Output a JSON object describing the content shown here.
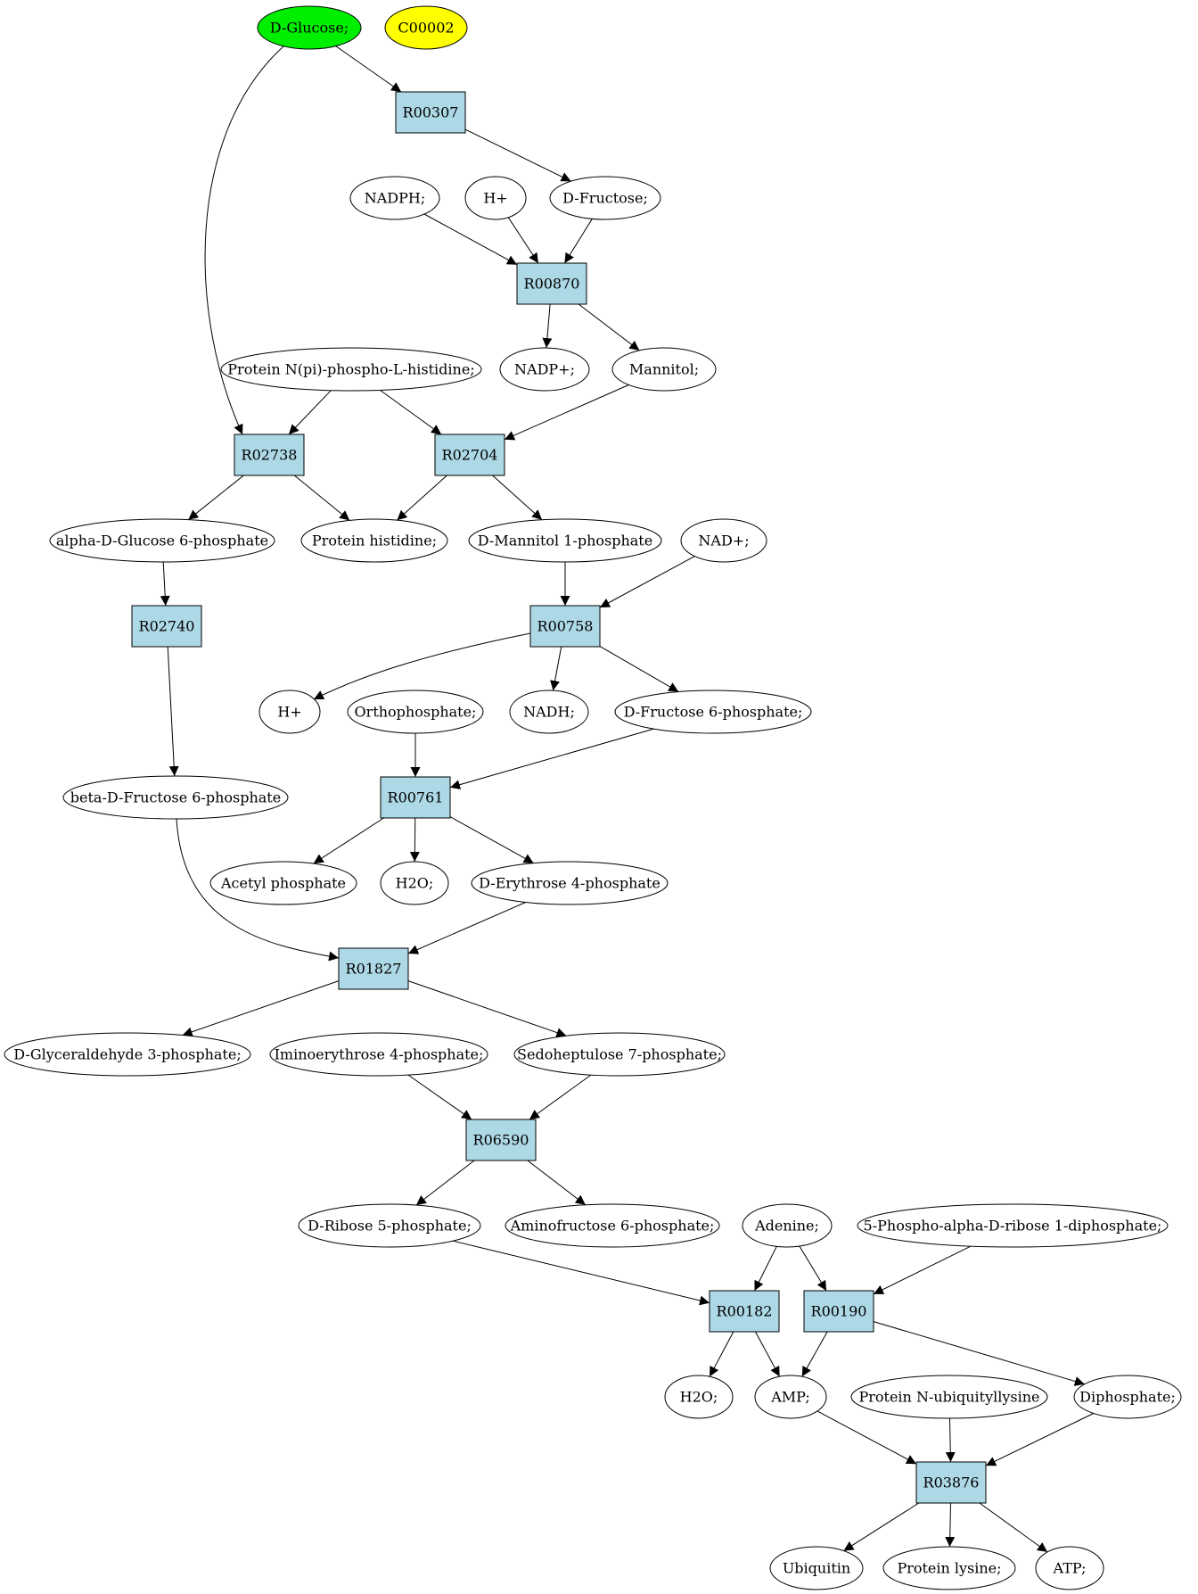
{
  "colors": {
    "start": "#00ee00",
    "cofactor": "#ffff00",
    "reaction": "#add8e6",
    "compound": "#ffffff",
    "stroke": "#000000"
  },
  "compounds": {
    "glucose": "D-Glucose;",
    "c00002": "C00002",
    "nadph": "NADPH;",
    "hplus1": "H+",
    "fructose": "D-Fructose;",
    "nadp": "NADP+;",
    "mannitol": "Mannitol;",
    "protein_phospho_his": "Protein N(pi)-phospho-L-histidine;",
    "alpha_g6p": "alpha-D-Glucose 6-phosphate",
    "protein_his": "Protein histidine;",
    "mannitol1p": "D-Mannitol 1-phosphate",
    "nad": "NAD+;",
    "hplus2": "H+",
    "orthophosphate": "Orthophosphate;",
    "nadh": "NADH;",
    "f6p": "D-Fructose 6-phosphate;",
    "beta_f6p": "beta-D-Fructose 6-phosphate",
    "acetyl_phosphate": "Acetyl phosphate",
    "h2o1": "H2O;",
    "erythrose4p": "D-Erythrose 4-phosphate",
    "g3p": "D-Glyceraldehyde 3-phosphate;",
    "iminoerythrose4p": "Iminoerythrose 4-phosphate;",
    "s7p": "Sedoheptulose 7-phosphate;",
    "ribose5p": "D-Ribose 5-phosphate;",
    "aminofructose6p": "Aminofructose 6-phosphate;",
    "adenine": "Adenine;",
    "prpp": "5-Phospho-alpha-D-ribose 1-diphosphate;",
    "h2o2": "H2O;",
    "amp": "AMP;",
    "protein_ubiq_lys": "Protein N-ubiquityllysine",
    "diphosphate": "Diphosphate;",
    "ubiquitin": "Ubiquitin",
    "protein_lysine": "Protein lysine;",
    "atp": "ATP;"
  },
  "reactions": {
    "R00307": "R00307",
    "R00870": "R00870",
    "R02738": "R02738",
    "R02704": "R02704",
    "R02740": "R02740",
    "R00758": "R00758",
    "R00761": "R00761",
    "R01827": "R01827",
    "R06590": "R06590",
    "R00182": "R00182",
    "R00190": "R00190",
    "R03876": "R03876"
  },
  "edges": [
    {
      "from": "glucose",
      "to": "R00307"
    },
    {
      "from": "glucose",
      "to": "R02738"
    },
    {
      "from": "R00307",
      "to": "fructose"
    },
    {
      "from": "nadph",
      "to": "R00870"
    },
    {
      "from": "hplus1",
      "to": "R00870"
    },
    {
      "from": "fructose",
      "to": "R00870"
    },
    {
      "from": "R00870",
      "to": "nadp"
    },
    {
      "from": "R00870",
      "to": "mannitol"
    },
    {
      "from": "protein_phospho_his",
      "to": "R02738"
    },
    {
      "from": "protein_phospho_his",
      "to": "R02704"
    },
    {
      "from": "mannitol",
      "to": "R02704"
    },
    {
      "from": "R02738",
      "to": "alpha_g6p"
    },
    {
      "from": "R02738",
      "to": "protein_his"
    },
    {
      "from": "R02704",
      "to": "protein_his"
    },
    {
      "from": "R02704",
      "to": "mannitol1p"
    },
    {
      "from": "alpha_g6p",
      "to": "R02740"
    },
    {
      "from": "mannitol1p",
      "to": "R00758"
    },
    {
      "from": "nad",
      "to": "R00758"
    },
    {
      "from": "R02740",
      "to": "beta_f6p"
    },
    {
      "from": "R00758",
      "to": "hplus2"
    },
    {
      "from": "R00758",
      "to": "nadh"
    },
    {
      "from": "R00758",
      "to": "f6p"
    },
    {
      "from": "orthophosphate",
      "to": "R00761"
    },
    {
      "from": "f6p",
      "to": "R00761"
    },
    {
      "from": "R00761",
      "to": "acetyl_phosphate"
    },
    {
      "from": "R00761",
      "to": "h2o1"
    },
    {
      "from": "R00761",
      "to": "erythrose4p"
    },
    {
      "from": "beta_f6p",
      "to": "R01827"
    },
    {
      "from": "erythrose4p",
      "to": "R01827"
    },
    {
      "from": "R01827",
      "to": "g3p"
    },
    {
      "from": "R01827",
      "to": "s7p"
    },
    {
      "from": "iminoerythrose4p",
      "to": "R06590"
    },
    {
      "from": "s7p",
      "to": "R06590"
    },
    {
      "from": "R06590",
      "to": "ribose5p"
    },
    {
      "from": "R06590",
      "to": "aminofructose6p"
    },
    {
      "from": "ribose5p",
      "to": "R00182"
    },
    {
      "from": "adenine",
      "to": "R00182"
    },
    {
      "from": "adenine",
      "to": "R00190"
    },
    {
      "from": "prpp",
      "to": "R00190"
    },
    {
      "from": "R00182",
      "to": "h2o2"
    },
    {
      "from": "R00182",
      "to": "amp"
    },
    {
      "from": "R00190",
      "to": "amp"
    },
    {
      "from": "R00190",
      "to": "diphosphate"
    },
    {
      "from": "amp",
      "to": "R03876"
    },
    {
      "from": "protein_ubiq_lys",
      "to": "R03876"
    },
    {
      "from": "diphosphate",
      "to": "R03876"
    },
    {
      "from": "R03876",
      "to": "ubiquitin"
    },
    {
      "from": "R03876",
      "to": "protein_lysine"
    },
    {
      "from": "R03876",
      "to": "atp"
    }
  ]
}
